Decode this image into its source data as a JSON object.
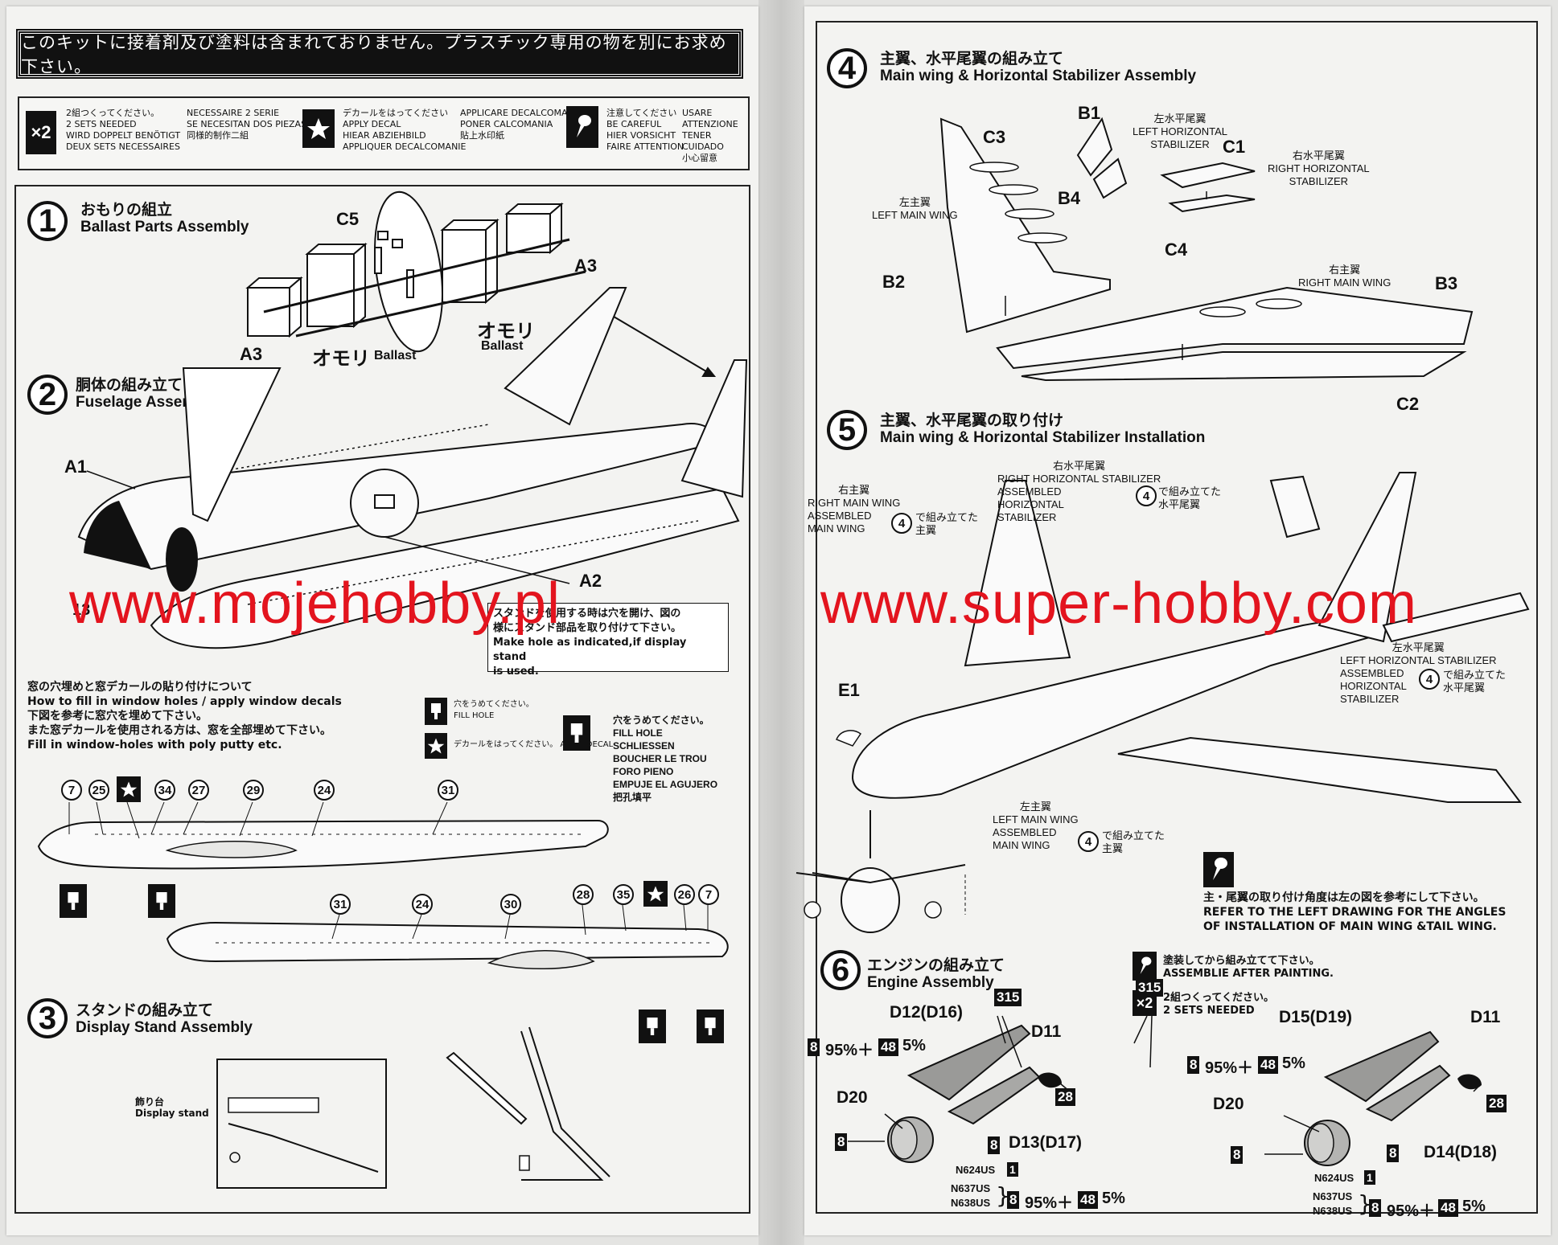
{
  "notice": "このキットに接着剤及び塗料は含まれておりません。プラスチック専用の物を別にお求め下さい。",
  "legend": {
    "two_sets": {
      "badge": "×2",
      "lines_a": [
        "2組つくってください。",
        "2 SETS NEEDED",
        "WIRD DOPPELT BENÖTIGT",
        "DEUX SETS NECESSAIRES"
      ],
      "lines_b": [
        "NECESSAIRE 2 SERIE",
        "SE NECESITAN DOS PIEZAS",
        "同様的制作二組"
      ]
    },
    "apply_decal": {
      "icon": "star-icon",
      "lines_a": [
        "デカールをはってください",
        "APPLY DECAL",
        "HIEAR ABZIEHBILD",
        "APPLIQUER DECALCOMANIE"
      ],
      "lines_b": [
        "APPLICARE DECALCOMANIE",
        "PONER CALCOMANIA",
        "貼上水印紙"
      ]
    },
    "be_careful": {
      "icon": "caution-icon",
      "lines_a": [
        "注意してください",
        "BE CAREFUL",
        "HIER VORSICHT",
        "FAIRE ATTENTION"
      ],
      "lines_b": [
        "USARE ATTENZIONE",
        "TENER CUIDADO",
        "小心留意"
      ]
    }
  },
  "steps": {
    "s1": {
      "num": "1",
      "jp": "おもりの組立",
      "en": "Ballast Parts Assembly"
    },
    "s2": {
      "num": "2",
      "jp": "胴体の組み立て",
      "en": "Fuselage Assembly"
    },
    "s3": {
      "num": "3",
      "jp": "スタンドの組み立て",
      "en": "Display Stand Assembly"
    },
    "s4": {
      "num": "4",
      "jp": "主翼、水平尾翼の組み立て",
      "en": "Main wing & Horizontal Stabilizer Assembly"
    },
    "s5": {
      "num": "5",
      "jp": "主翼、水平尾翼の取り付け",
      "en": "Main wing & Horizontal Stabilizer Installation"
    },
    "s6": {
      "num": "6",
      "jp": "エンジンの組み立て",
      "en": "Engine Assembly"
    }
  },
  "parts": {
    "C5": "C5",
    "A3": "A3",
    "A1": "A1",
    "A2": "A2",
    "B1": "B1",
    "B2": "B2",
    "B3": "B3",
    "B4": "B4",
    "C1": "C1",
    "C2": "C2",
    "C3": "C3",
    "C4": "C4",
    "E1": "E1",
    "D11": "D11",
    "D12": "D12(D16)",
    "D13": "D13(D17)",
    "D14": "D14(D18)",
    "D15": "D15(D19)",
    "D20": "D20"
  },
  "ballast": {
    "jp": "オモリ",
    "en": "Ballast"
  },
  "stand_note": [
    "スタンドを使用する時は穴を開け、図の",
    "様にスタンド部品を取り付けて下さい。",
    "Make hole as indicated,if display stand",
    "is used."
  ],
  "windows": {
    "title_lines": [
      "窓の穴埋めと窓デカールの貼り付けについて",
      "How to fill in window holes / apply window decals",
      "下図を参考に窓穴を埋めて下さい。",
      "また窓デカールを使用される方は、窓を全部埋めて下さい。",
      "Fill in window-holes with poly putty etc."
    ],
    "fill_hole_small": [
      "穴をうめてください。",
      "FILL HOLE"
    ],
    "apply_decal_small": "デカールをはってください。 APPLY DECAL",
    "fill_hole_multi": [
      "穴をうめてください。",
      "FILL HOLE",
      "SCHLIESSEN",
      "BOUCHER LE TROU",
      "FORO PIENO",
      "EMPUJE EL AGUJERO",
      "把孔填平"
    ],
    "top_numbers": [
      "7",
      "25",
      "34",
      "27",
      "29",
      "24",
      "31"
    ],
    "bottom_numbers": [
      "31",
      "24",
      "30",
      "28",
      "35",
      "26",
      "7"
    ]
  },
  "stand_label": {
    "jp": "飾り台",
    "en": "Display stand"
  },
  "wing_labels": {
    "left_main": {
      "jp": "左主翼",
      "en": "LEFT MAIN WING"
    },
    "right_main": {
      "jp": "右主翼",
      "en": "RIGHT MAIN WING"
    },
    "left_hstab": {
      "jp": "左水平尾翼",
      "en1": "LEFT HORIZONTAL",
      "en2": "STABILIZER"
    },
    "right_hstab": {
      "jp": "右水平尾翼",
      "en1": "RIGHT  HORIZONTAL",
      "en2": "STABILIZER"
    }
  },
  "install_labels": {
    "right_main": [
      "右主翼",
      "RIGHT MAIN WING",
      "ASSEMBLED",
      "MAIN WING"
    ],
    "right_main_jp": [
      "で組み立てた",
      "主翼"
    ],
    "right_hstab": [
      "右水平尾翼",
      "RIGHT  HORIZONTAL STABILIZER",
      "ASSEMBLED",
      "HORIZONTAL",
      "STABILIZER"
    ],
    "right_hstab_jp": [
      "で組み立てた",
      "水平尾翼"
    ],
    "left_hstab": [
      "左水平尾翼",
      "LEFT  HORIZONTAL STABILIZER",
      "ASSEMBLED",
      "HORIZONTAL",
      "STABILIZER"
    ],
    "left_hstab_jp": [
      "で組み立てた",
      "水平尾翼"
    ],
    "left_main": [
      "左主翼",
      "LEFT MAIN WING",
      "ASSEMBLED",
      "MAIN WING"
    ],
    "left_main_jp": [
      "で組み立てた",
      "主翼"
    ],
    "ref_num": "4"
  },
  "angle_note": [
    "主・尾翼の取り付け角度は左の図を参考にして下さい。",
    "REFER TO THE LEFT DRAWING FOR THE ANGLES",
    "OF INSTALLATION OF MAIN WING &TAIL WING."
  ],
  "engine": {
    "paint_note": [
      "塗装してから組み立てて下さい。",
      "ASSEMBLIE AFTER PAINTING."
    ],
    "sets_note": [
      "2組つくってください。",
      "2 SETS NEEDED"
    ],
    "mix_a": "8",
    "mix_a_pct": "95%＋",
    "mix_b": "48",
    "mix_b_pct": "5%",
    "c315": "315",
    "c28": "28",
    "c8": "8",
    "c1": "1",
    "reg1": "N624US",
    "reg2": "N637US",
    "reg3": "N638US"
  },
  "watermarks": {
    "left": "www.mojehobby.pl",
    "right": "www.super-hobby.com"
  },
  "partial_number": "13"
}
